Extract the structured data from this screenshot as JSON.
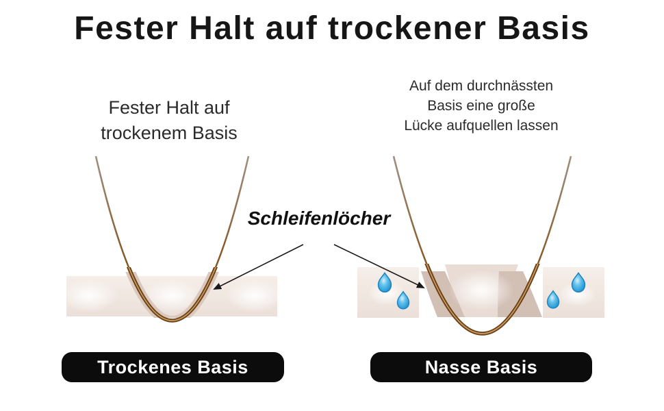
{
  "title": "Fester Halt auf trockener Basis",
  "left_panel": {
    "caption_line1": "Fester Halt auf",
    "caption_line2": "trockenem Basis",
    "label": "Trockenes Basis"
  },
  "right_panel": {
    "caption_line1": "Auf dem durchnässten",
    "caption_line2": "Basis eine große",
    "caption_line3": "Lücke aufquellen lassen",
    "label": "Nasse Basis"
  },
  "annotation": {
    "label": "Schleifenlöcher"
  },
  "icons": {
    "water_drop": "teardrop-shape",
    "annotation_arrow": "thin-line-with-solid-head"
  },
  "colors": {
    "background": "#ffffff",
    "title_text": "#161616",
    "caption_text": "#2b2b2b",
    "annotation_text": "#111111",
    "pill_background": "#0c0c0c",
    "pill_text": "#ffffff",
    "thread_dark": "#6b4115",
    "thread_highlight": "#c99d66",
    "strip_light": "#f2e9e3",
    "strip_shadow": "#d3c0b5",
    "hole_center": "#e9dcd5",
    "hole_band": "#dbc8bc",
    "drop_blue": "#1e93d0",
    "drop_outline": "#1b82bf",
    "arrow": "#1a1a1a"
  }
}
